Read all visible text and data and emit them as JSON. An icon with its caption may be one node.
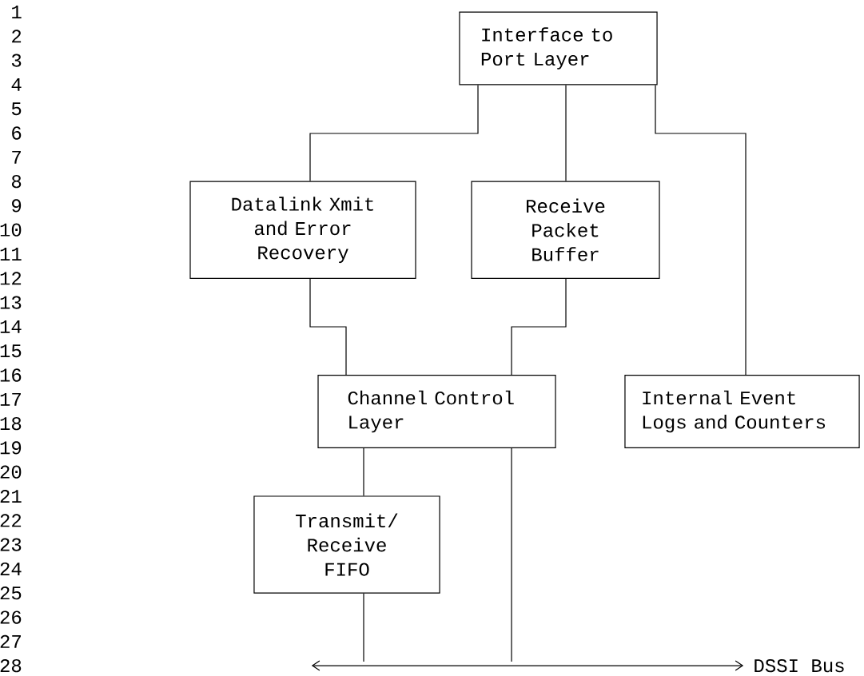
{
  "diagram": {
    "nodes": [
      {
        "text": [
          "Interface to Port Layer"
        ]
      },
      {
        "text": [
          "Datalink Xmit and Error Recovery"
        ]
      },
      {
        "text": [
          "Receive Packet Buffer"
        ]
      },
      {
        "text": [
          "Channel Control Layer"
        ]
      },
      {
        "text": [
          "Internal Event Logs and Counters"
        ]
      },
      {
        "text": [
          "Transmit/ Receive FIFO"
        ]
      },
      {
        "text": [],
        "shape": "bar",
        "beside": [
          "DSSI Bus"
        ]
      }
    ],
    "edges": [
      {
        "from": 0,
        "to": 1,
        "arrow": "none"
      },
      {
        "from": 0,
        "to": 2,
        "arrow": "none"
      },
      {
        "from": 0,
        "to": 4,
        "arrow": "none"
      },
      {
        "from": 1,
        "to": 3,
        "arrow": "none"
      },
      {
        "from": 2,
        "to": 3,
        "arrow": "none"
      },
      {
        "from": 3,
        "to": 5,
        "arrow": "none"
      },
      {
        "from": 3,
        "to": 6,
        "arrow": "none"
      },
      {
        "from": 5,
        "to": 6,
        "arrow": "none"
      }
    ],
    "labels": [
      "1",
      "2",
      "3",
      "4",
      "5",
      "6",
      "7",
      "8",
      "9",
      "10",
      "11",
      "12",
      "13",
      "14",
      "15",
      "16",
      "17",
      "18",
      "19",
      "20",
      "21",
      "22",
      "23",
      "24",
      "25",
      "26",
      "27",
      "28"
    ]
  }
}
